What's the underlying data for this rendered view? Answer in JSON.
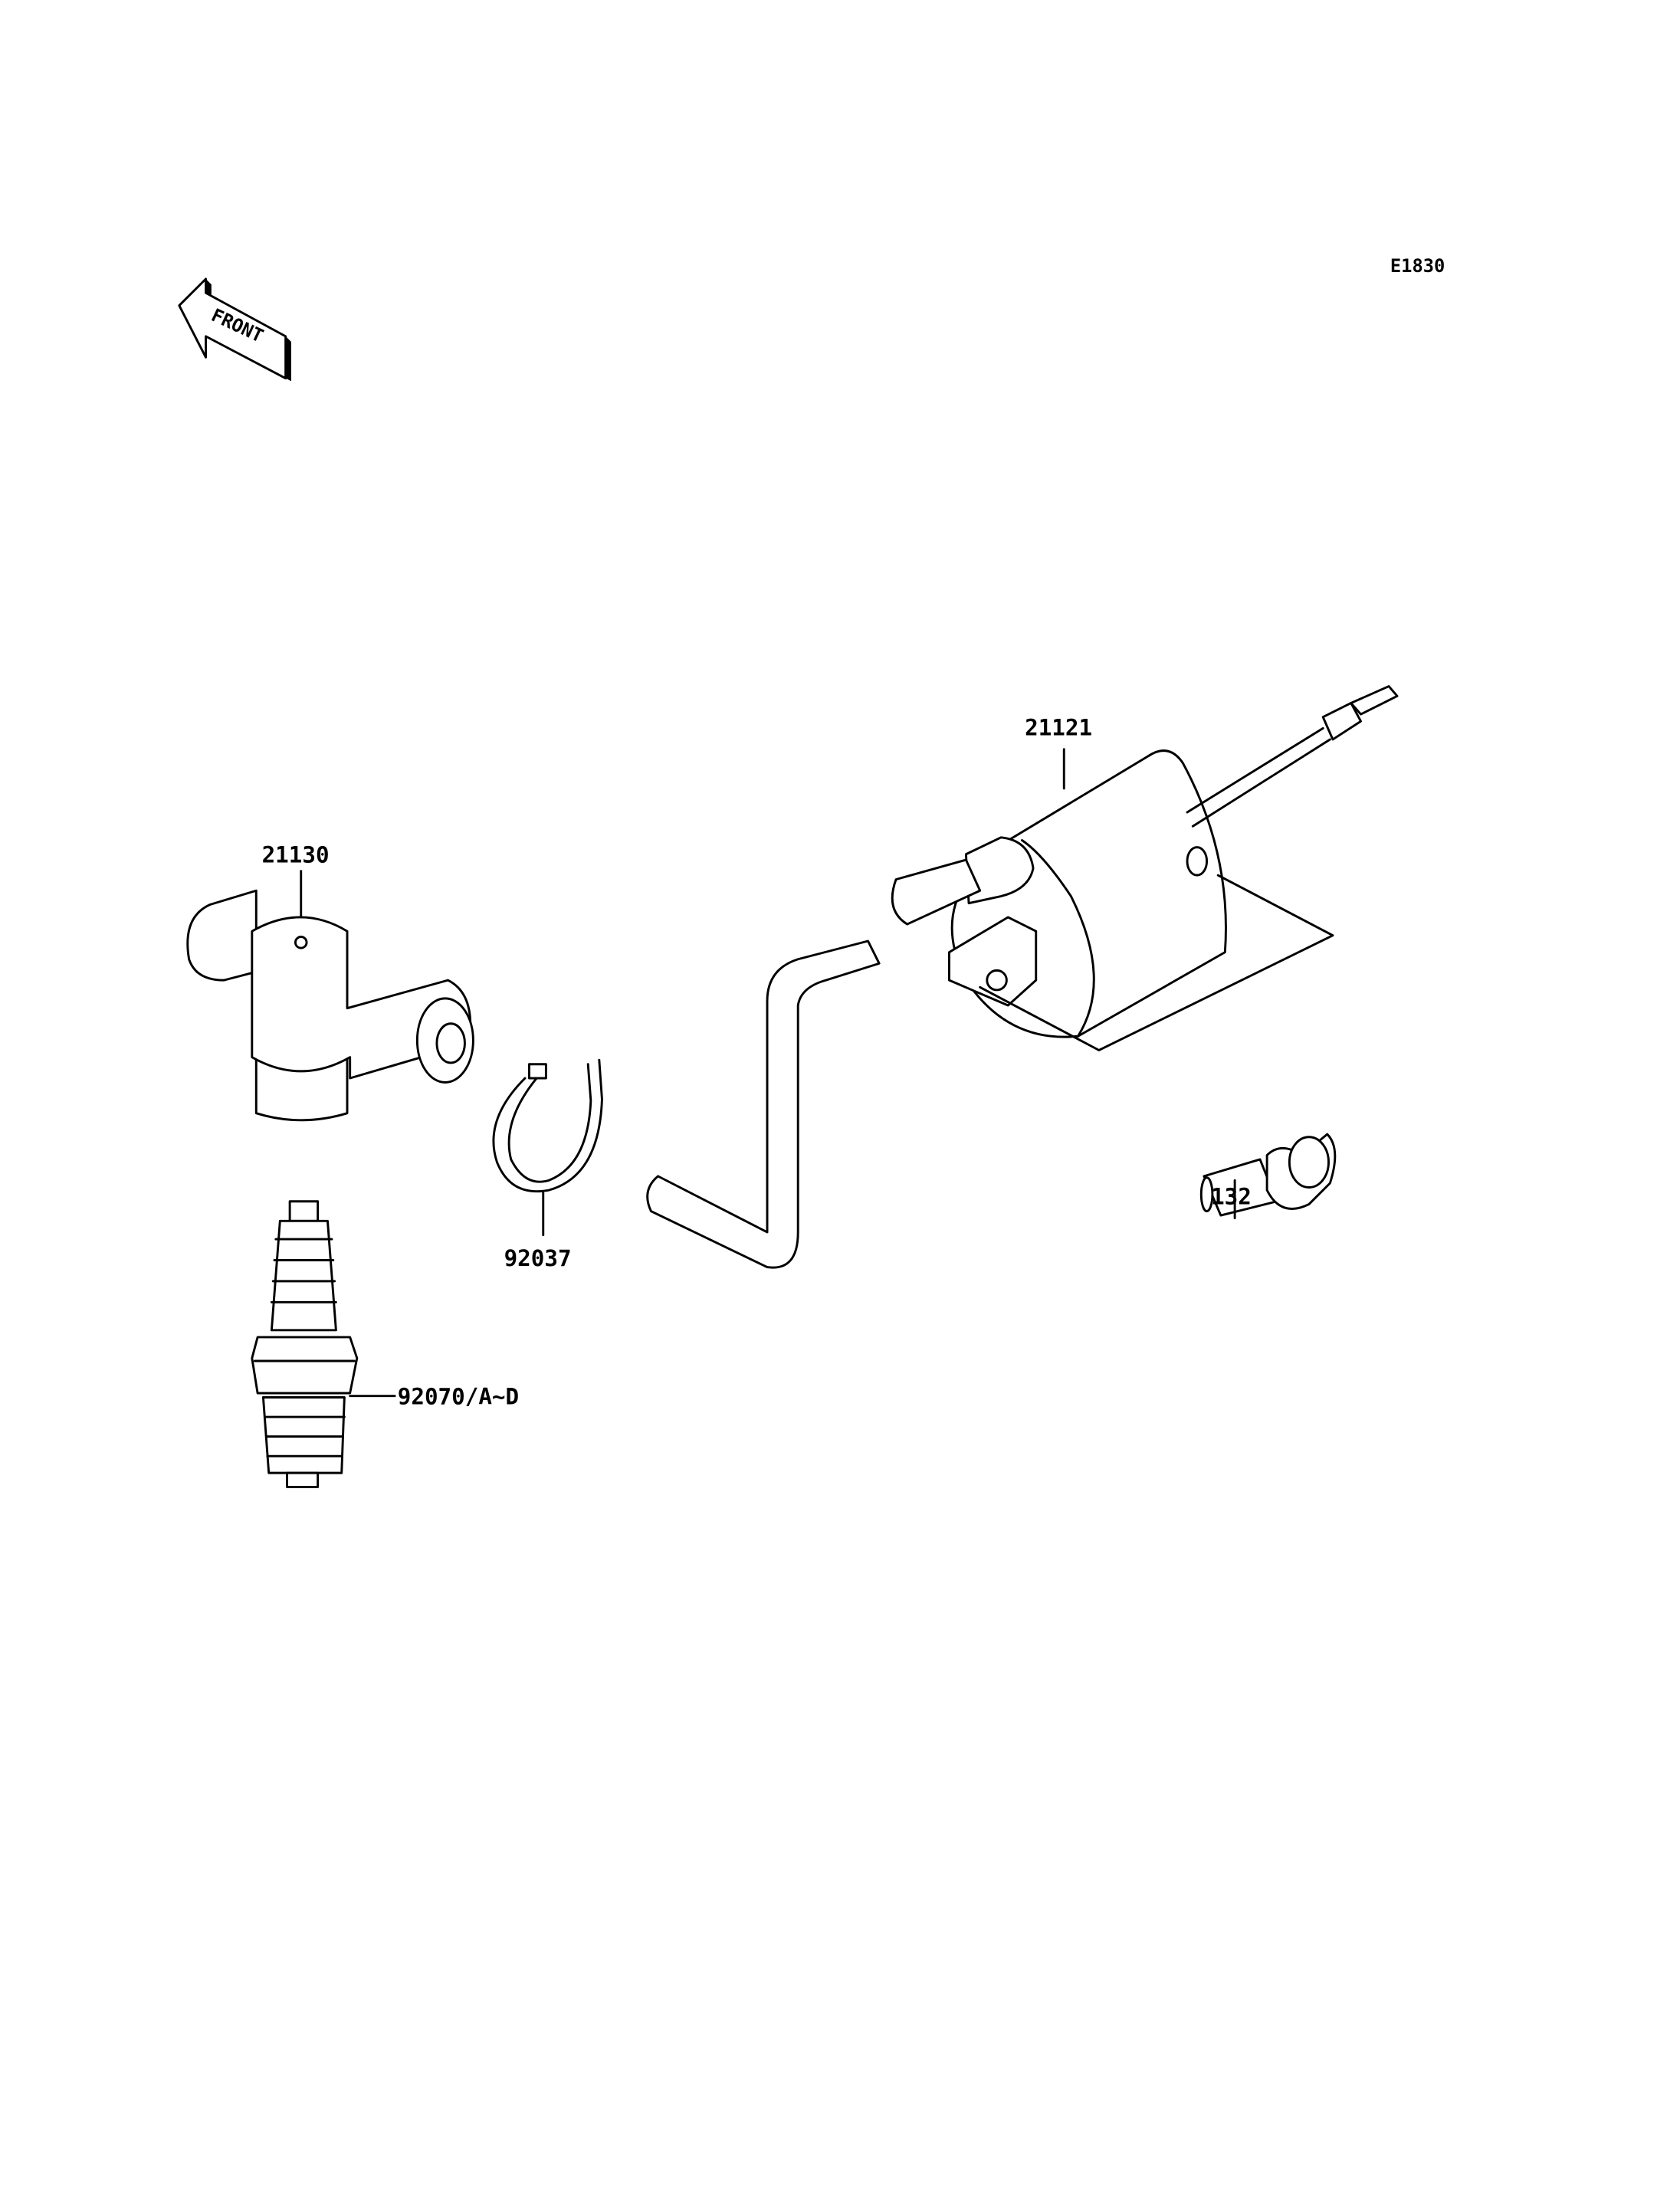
{
  "diagram_id": "E1830",
  "front_indicator": "FRONT",
  "parts": [
    {
      "number": "21121",
      "name_hint": "ignition-coil"
    },
    {
      "number": "21130",
      "name_hint": "spark-plug-cap"
    },
    {
      "number": "92037",
      "name_hint": "clamp"
    },
    {
      "number": "132",
      "name_hint": "bolt"
    },
    {
      "number": "92070/A~D",
      "name_hint": "spark-plug"
    }
  ]
}
